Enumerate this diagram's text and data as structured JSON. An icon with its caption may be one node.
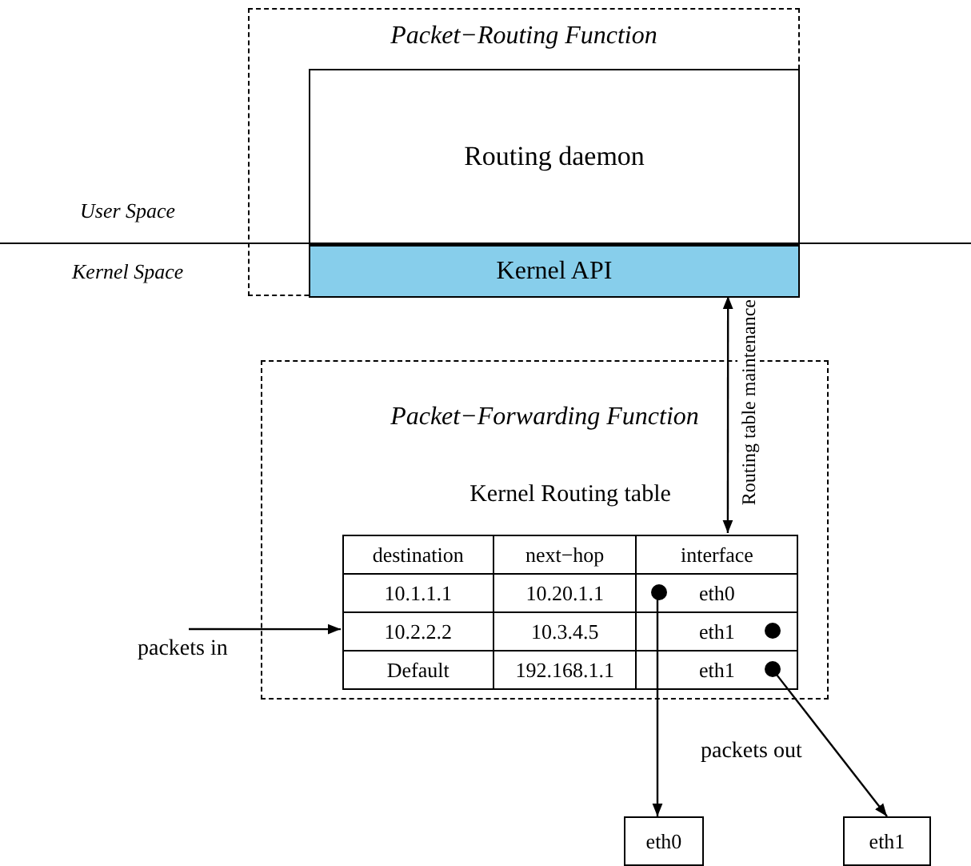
{
  "diagram": {
    "nodes": [
      {
        "text": [
          "Packet−Routing Function"
        ]
      },
      {
        "text": [
          "Routing daemon"
        ],
        "in": 0
      },
      {
        "text": [
          "Kernel API"
        ],
        "in": 0
      },
      {
        "text": [
          "Packet−Forwarding Function"
        ]
      },
      {
        "text": [
          "Kernel Routing table"
        ],
        "in": 3
      },
      {
        "text": [],
        "shape": "circle",
        "in": 4
      },
      {
        "text": [],
        "shape": "circle",
        "in": 4
      },
      {
        "text": [],
        "shape": "circle",
        "in": 4
      },
      {
        "text": [
          "eth0"
        ]
      },
      {
        "text": [
          "eth1"
        ]
      }
    ],
    "edges": [
      {
        "from": 2,
        "to": 4,
        "arrow": "both",
        "label": "Routing table maintenance"
      },
      {
        "from": null,
        "to": 4,
        "arrow": "to",
        "label": "packets in"
      },
      {
        "from": 5,
        "to": 8,
        "arrow": "to"
      },
      {
        "from": 7,
        "to": 9,
        "arrow": "to",
        "label": "packets out"
      }
    ],
    "labels": [
      "User Space",
      "Kernel Space",
      "destination",
      "next−hop",
      "interface",
      "10.1.1.1",
      "10.20.1.1",
      "eth0",
      "10.2.2.2",
      "10.3.4.5",
      "eth1",
      "Default",
      "192.168.1.1",
      "eth1"
    ]
  }
}
